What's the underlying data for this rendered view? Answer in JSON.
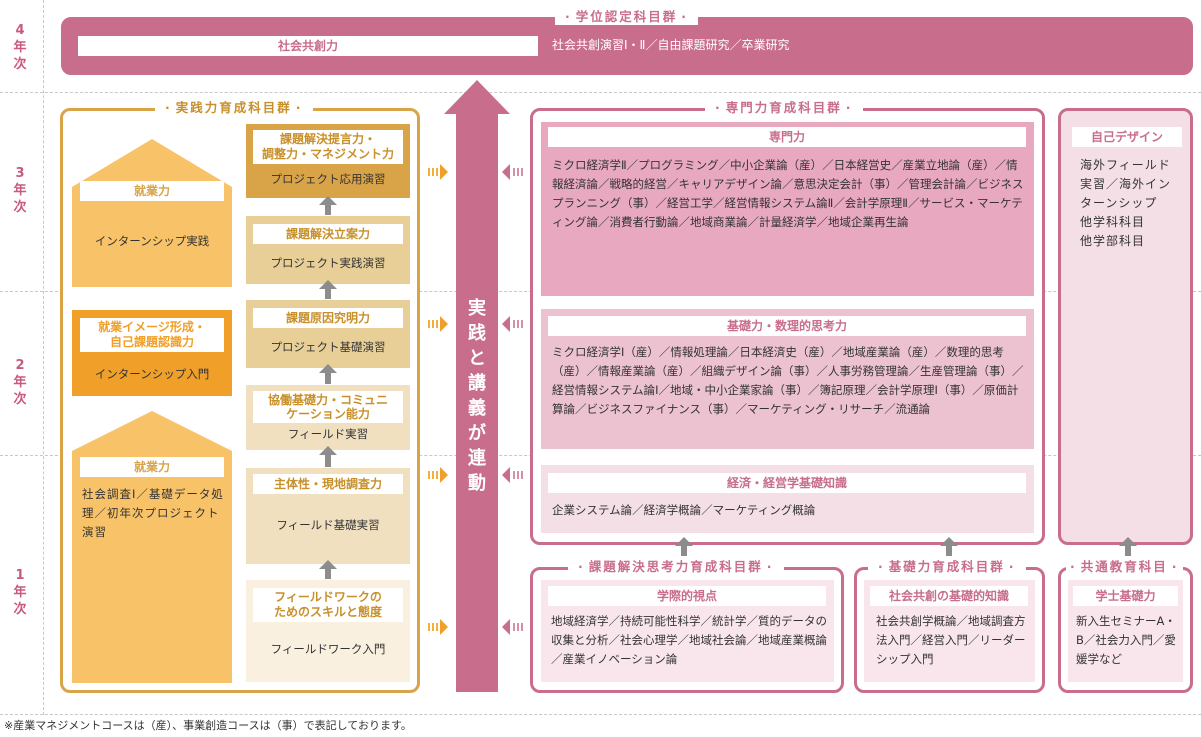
{
  "years": {
    "y4": [
      "4",
      "年",
      "次"
    ],
    "y3": [
      "3",
      "年",
      "次"
    ],
    "y2": [
      "2",
      "年",
      "次"
    ],
    "y1": [
      "1",
      "年",
      "次"
    ]
  },
  "degree": {
    "title": "学位認定科目群",
    "ability": "社会共創力",
    "courses": "社会共創演習Ⅰ・Ⅱ／自由課題研究／卒業研究"
  },
  "practice": {
    "title": "実践力育成科目群",
    "house3": {
      "ability": "就業力",
      "course": "インターンシップ実践"
    },
    "box2": {
      "ability": [
        "就業イメージ形成・",
        "自己課題認識力"
      ],
      "course": "インターンシップ入門"
    },
    "house1": {
      "ability": "就業力",
      "course": "社会調査Ⅰ／基礎データ処理／初年次プロジェクト演習"
    },
    "ladder": [
      {
        "ability": [
          "課題解決提言力・",
          "調整力・マネジメント力"
        ],
        "course": "プロジェクト応用演習"
      },
      {
        "ability": [
          "課題解決立案力"
        ],
        "course": "プロジェクト実践演習"
      },
      {
        "ability": [
          "課題原因究明力"
        ],
        "course": "プロジェクト基礎演習"
      },
      {
        "ability": [
          "協働基礎力・コミュニ",
          "ケーション能力"
        ],
        "course": "フィールド実習"
      },
      {
        "ability": [
          "主体性・現地調査力"
        ],
        "course": "フィールド基礎実習"
      },
      {
        "ability": [
          "フィールドワークの",
          "ためのスキルと態度"
        ],
        "course": "フィールドワーク入門"
      }
    ]
  },
  "center": {
    "label": [
      "実",
      "践",
      "と",
      "講",
      "義",
      "が",
      "連",
      "動"
    ]
  },
  "specialty": {
    "title": "専門力育成科目群",
    "senmon": {
      "ability": "専門力",
      "courses": "ミクロ経済学Ⅱ／プログラミング／中小企業論（産）／日本経営史／産業立地論（産）／情報経済論／戦略的経営／キャリアデザイン論／意思決定会計（事）／管理会計論／ビジネスプランニング（事）／経営工学／経営情報システム論Ⅱ／会計学原理Ⅱ／サービス・マーケティング論／消費者行動論／地域商業論／計量経済学／地域企業再生論"
    },
    "kiso": {
      "ability": "基礎力・数理的思考力",
      "courses": "ミクロ経済学Ⅰ（産）／情報処理論／日本経済史（産）／地域産業論（産）／数理的思考（産）／情報産業論（産）／組織デザイン論（事）／人事労務管理論／生産管理論（事）／経営情報システム論Ⅰ／地域・中小企業家論（事）／簿記原理／会計学原理Ⅰ（事）／原価計算論／ビジネスファイナンス（事）／マーケティング・リサーチ／流通論"
    },
    "keizai": {
      "ability": "経済・経営学基礎知識",
      "courses": "企業システム論／経済学概論／マーケティング概論"
    }
  },
  "selfdesign": {
    "ability": "自己デザイン",
    "courses": [
      "海外フィールド",
      "実習／海外イン",
      "ターンシップ",
      "他学科科目",
      "他学部科目"
    ]
  },
  "problem": {
    "title": "課題解決思考力育成科目群",
    "ability": "学際的視点",
    "courses": "地域経済学／持続可能性科学／統計学／質的データの収集と分析／社会心理学／地域社会論／地域産業概論／産業イノベーション論"
  },
  "basic": {
    "title": "基礎力育成科目群",
    "ability": "社会共創の基礎的知識",
    "courses": "社会共創学概論／地域調査方法入門／経営入門／リーダーシップ入門"
  },
  "common": {
    "title": "共通教育科目",
    "ability": "学士基礎力",
    "courses": "新入生セミナーA・B／社会力入門／愛媛学など"
  },
  "footnote": "※産業マネジメントコースは（産）、事業創造コースは（事）で表記しております。",
  "colors": {
    "pink": "#c86e8c",
    "pinkLight": "#e8c0cf",
    "pinkPale": "#f4dfe6",
    "gold": "#d9a448",
    "orange": "#f0a028",
    "beige": "#f0e0c0",
    "tan": "#e8cf98"
  }
}
